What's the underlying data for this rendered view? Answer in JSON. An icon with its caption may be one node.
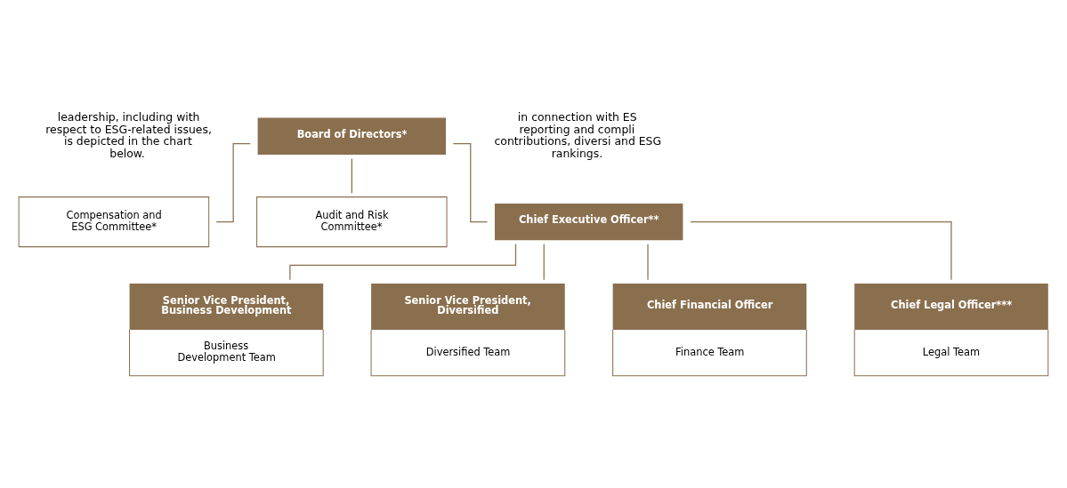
{
  "diagram": {
    "nodes": [
      {
        "text": [
          "Board of Directors*"
        ]
      },
      {
        "text": [
          "Compensation and ESG Committee*"
        ]
      },
      {
        "text": [
          "Audit and Risk Committee*"
        ]
      },
      {
        "text": [
          "Chief Executive Officer**"
        ]
      },
      {
        "text": [
          "Senior Vice President, Business Development",
          "Business Development Team"
        ]
      },
      {
        "text": [
          "Senior Vice President, Diversified",
          "Diversified Team"
        ]
      },
      {
        "text": [
          "Chief Financial Officer",
          "Finance Team"
        ]
      },
      {
        "text": [
          "Chief Legal Officer***",
          "Legal Team"
        ]
      }
    ],
    "edges": [
      {
        "from": 0,
        "to": 1,
        "arrow": "none"
      },
      {
        "from": 0,
        "to": 2,
        "arrow": "none"
      },
      {
        "from": 0,
        "to": 3,
        "arrow": "none"
      },
      {
        "from": 3,
        "to": 4,
        "arrow": "none"
      },
      {
        "from": 3,
        "to": 5,
        "arrow": "none"
      },
      {
        "from": 3,
        "to": 6,
        "arrow": "none"
      },
      {
        "from": 3,
        "to": 7,
        "arrow": "none"
      }
    ],
    "labels": [
      "leadership, including with respect to ESG-related issues, is depicted in the chart below.",
      "in connection with ES reporting and compli contributions, diversi and ESG rankings."
    ]
  }
}
